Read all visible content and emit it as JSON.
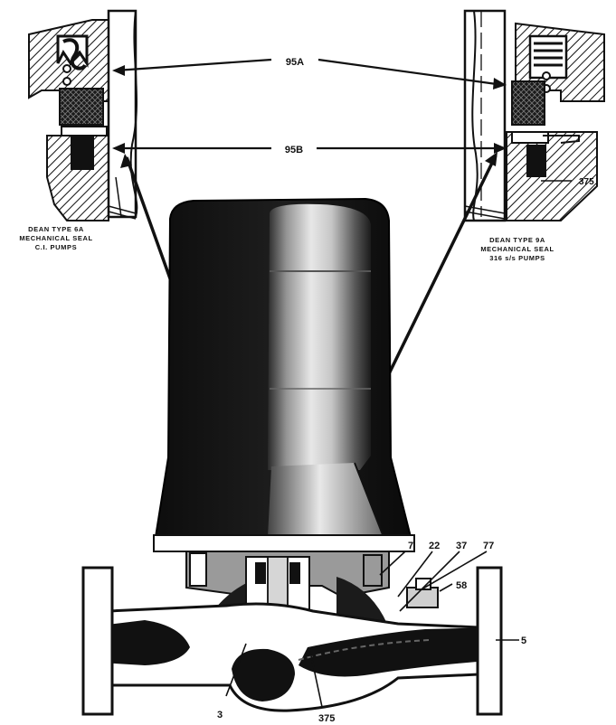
{
  "callouts": {
    "seal_95a": "95A",
    "seal_95b": "95B",
    "part_375_top": "375",
    "part_7": "7",
    "part_22": "22",
    "part_37": "37",
    "part_77": "77",
    "part_58": "58",
    "part_5": "5",
    "part_3": "3",
    "part_375_bottom": "375"
  },
  "captions": {
    "left": [
      "DEAN TYPE 6A",
      "MECHANICAL SEAL",
      "C.I. PUMPS"
    ],
    "right": [
      "DEAN TYPE 9A",
      "MECHANICAL SEAL",
      "316 s/s PUMPS"
    ]
  },
  "colors": {
    "ink": "#111111",
    "paper": "#ffffff",
    "metal_light": "#d9d9d9",
    "metal_mid": "#8a8a8a"
  }
}
